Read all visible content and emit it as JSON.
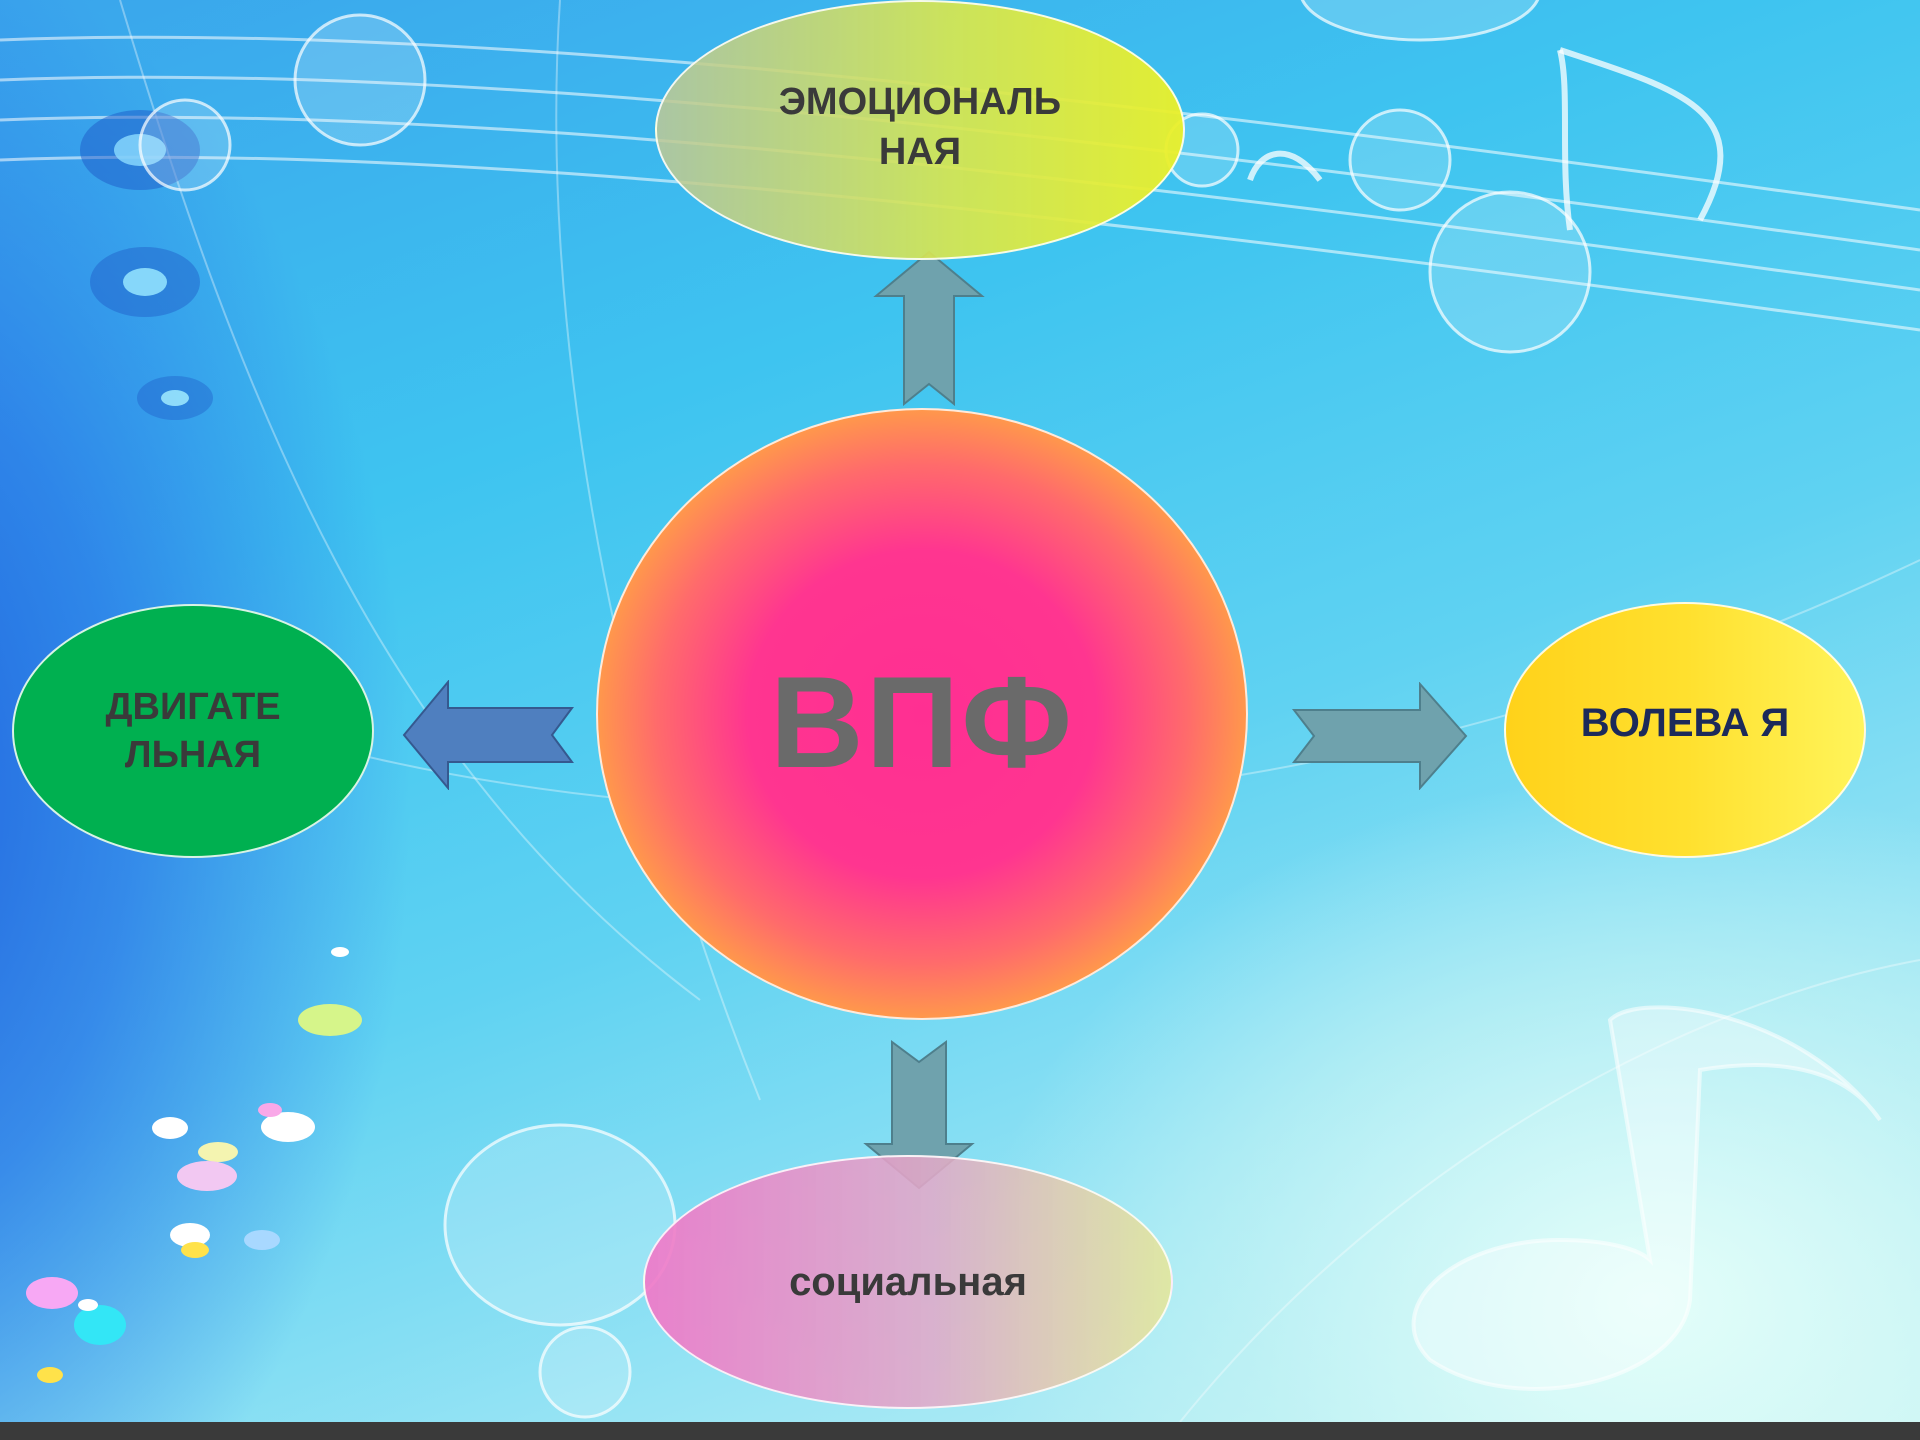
{
  "diagram": {
    "center": {
      "label": "ВПФ"
    },
    "nodes": {
      "emotional": {
        "label": "ЭМОЦИОНАЛЬ НАЯ"
      },
      "motor": {
        "label": "ДВИГАТЕ ЛЬНАЯ"
      },
      "volitional": {
        "label": "ВОЛЕВА Я"
      },
      "social": {
        "label": "социальная"
      }
    },
    "colors": {
      "center_core": "#ff2f92",
      "center_rim": "#fff01a",
      "center_text": "#6a6a6a",
      "emotional_fill": "#d7e650",
      "motor_fill": "#00b050",
      "volitional_fill": "#ffe02e",
      "volitional_text": "#1c2a5a",
      "social_fill": "#f078c8",
      "arrow_up_down_right": "#6fa2ad",
      "arrow_left": "#4f7fbf"
    }
  }
}
